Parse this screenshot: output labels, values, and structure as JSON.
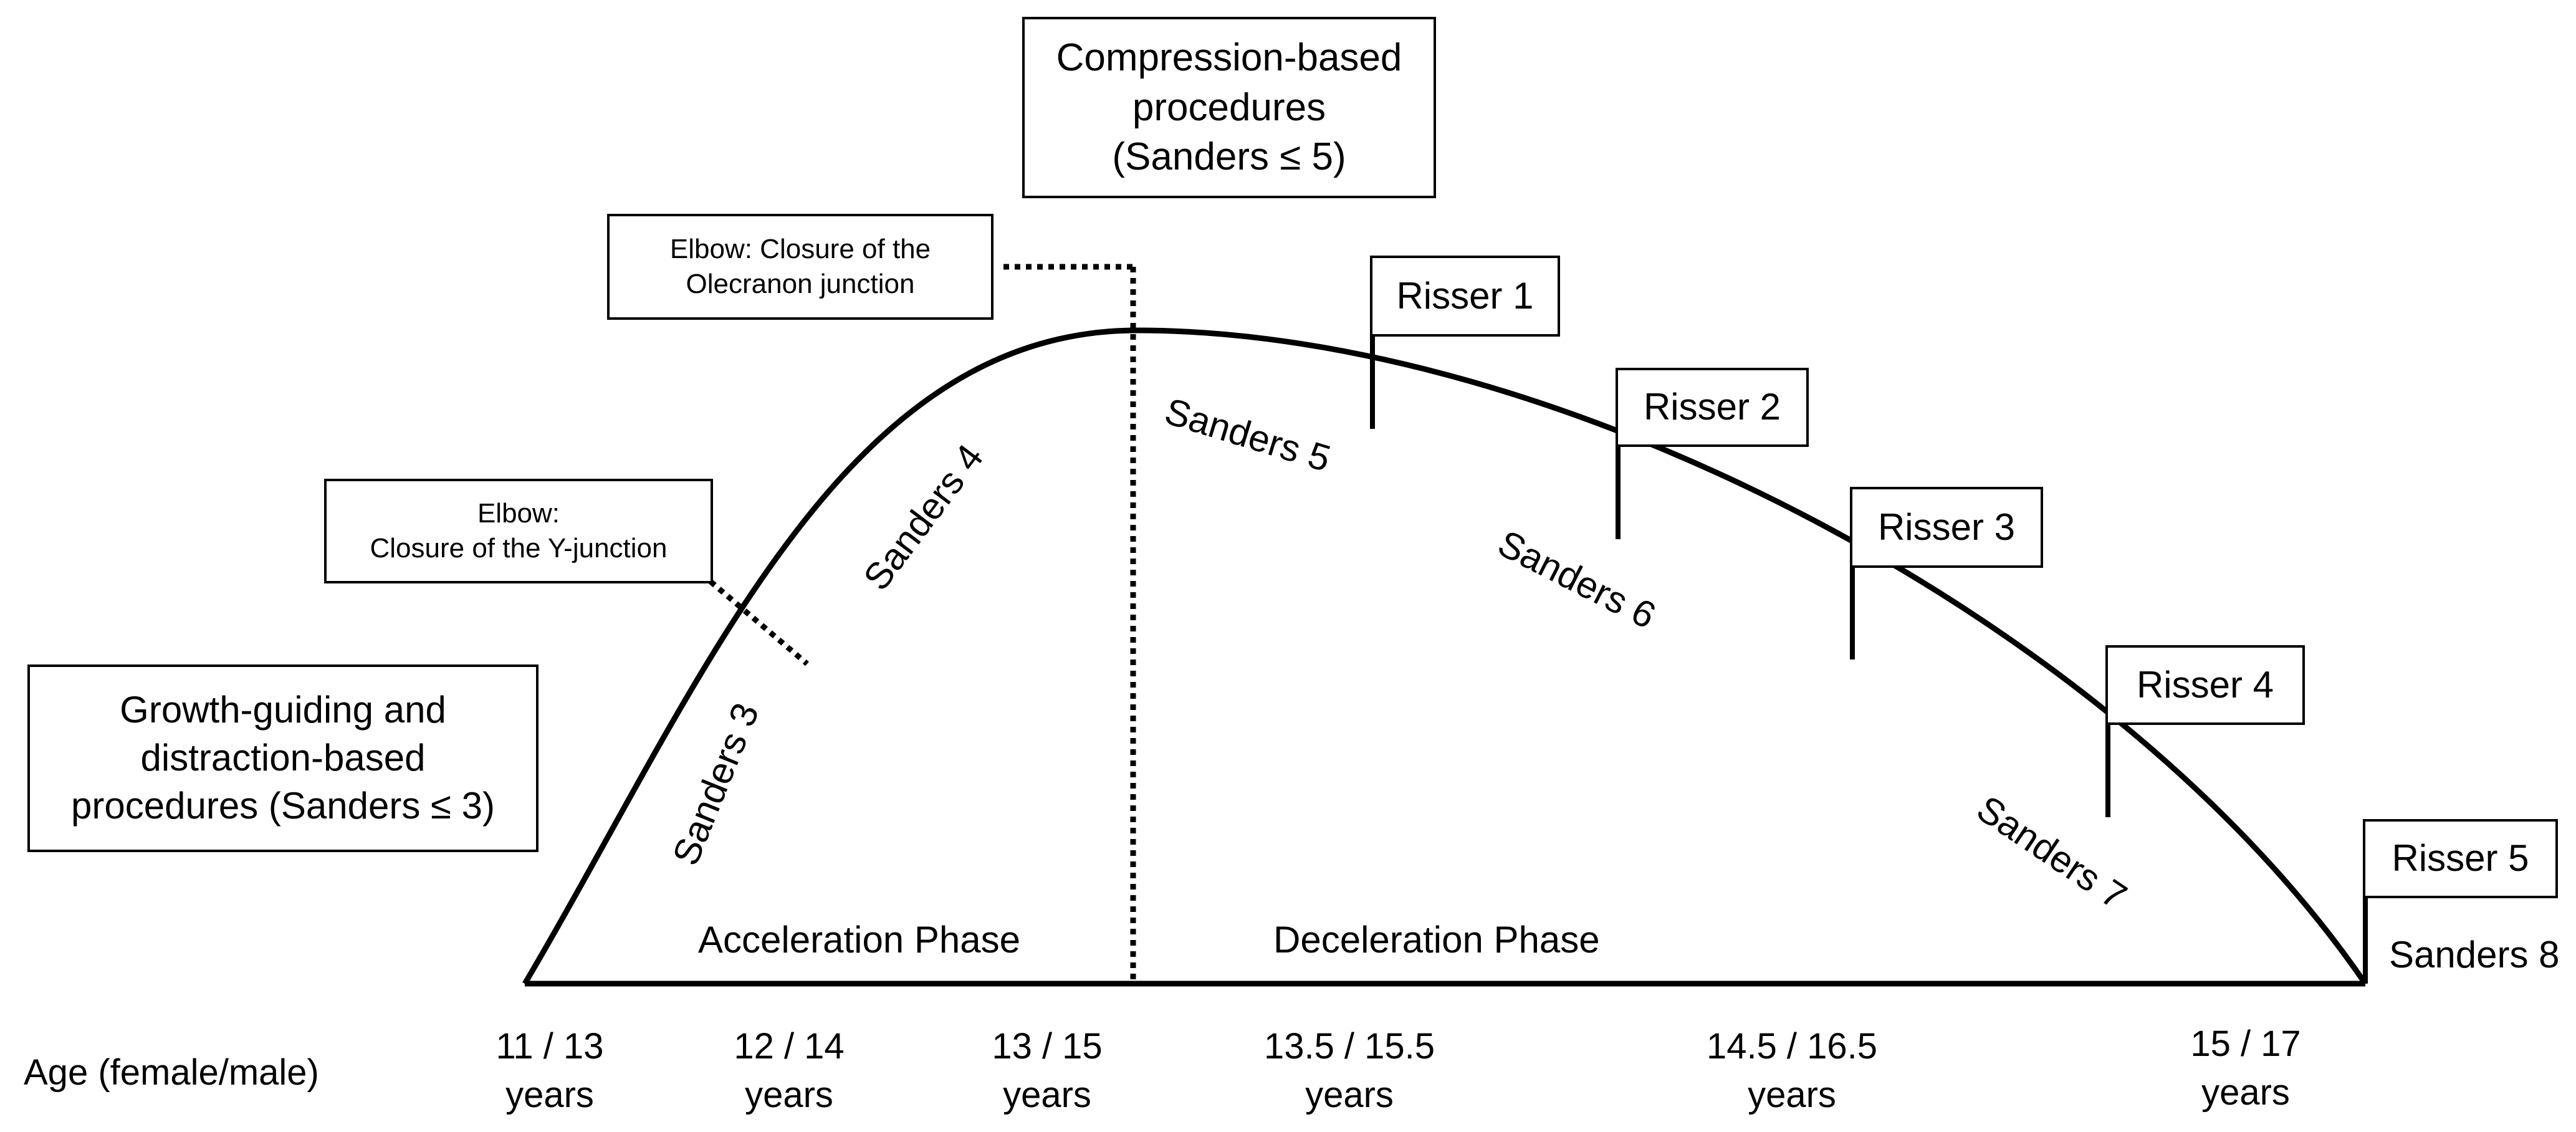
{
  "boxes": {
    "compression": [
      "Compression-based",
      "procedures",
      "(Sanders ≤ 5)"
    ],
    "elbow_olecranon": [
      "Elbow: Closure of the",
      "Olecranon junction"
    ],
    "elbow_y": [
      "Elbow:",
      "Closure of the Y-junction"
    ],
    "growth_guiding": [
      "Growth-guiding and",
      "distraction-based",
      "procedures (Sanders ≤ 3)"
    ]
  },
  "risser": [
    "Risser 1",
    "Risser 2",
    "Risser 3",
    "Risser 4",
    "Risser 5"
  ],
  "sanders": [
    "Sanders 3",
    "Sanders 4",
    "Sanders 5",
    "Sanders 6",
    "Sanders 7",
    "Sanders 8"
  ],
  "phases": {
    "acceleration": "Acceleration Phase",
    "deceleration": "Deceleration Phase"
  },
  "age_axis": {
    "label": "Age (female/male)",
    "ticks": [
      [
        "11 / 13",
        "years"
      ],
      [
        "12 / 14",
        "years"
      ],
      [
        "13 / 15",
        "years"
      ],
      [
        "13.5 / 15.5",
        "years"
      ],
      [
        "14.5 / 16.5",
        "years"
      ],
      [
        "15 / 17",
        "years"
      ]
    ]
  }
}
